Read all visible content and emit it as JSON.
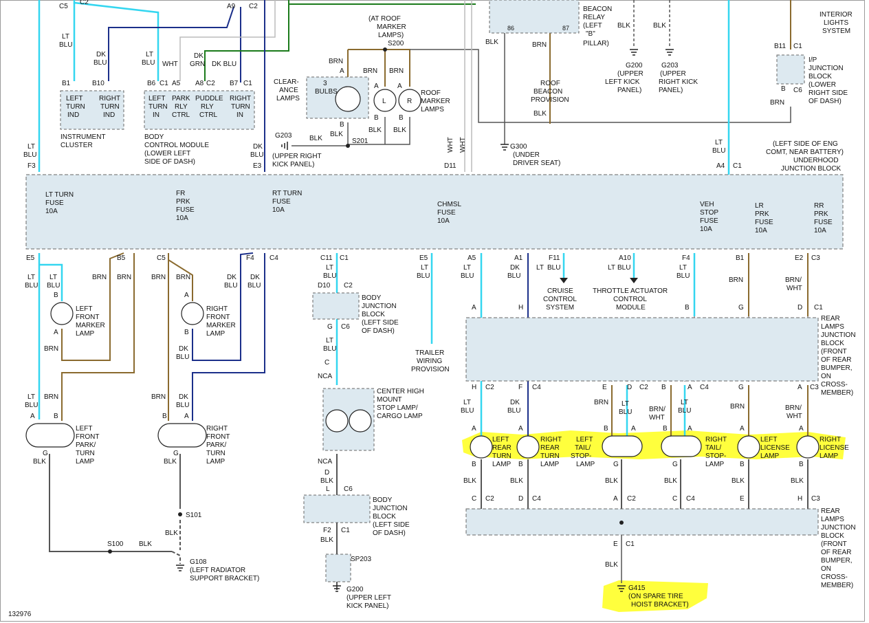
{
  "figure_id": "132976",
  "colors": {
    "lt_blu": "#33d6f0",
    "dk_blu": "#1b2f8a",
    "brn": "#8a6a2e",
    "blk": "#555555",
    "wht": "#bbbbbb",
    "dk_grn": "#1a7a1a",
    "highlight": "#ffff33",
    "junction_fill": "#dde9f0"
  },
  "top": {
    "c5": "C5",
    "c2a": "C2",
    "a9": "A9",
    "c2b": "C2",
    "s200_note": [
      "(AT ROOF",
      "MARKER",
      "LAMPS)"
    ],
    "s200": "S200",
    "beacon_relay": [
      "BEACON",
      "RELAY",
      "(LEFT",
      "\"B\"",
      "PILLAR)"
    ],
    "relay_86": "86",
    "relay_87": "87",
    "interior_lights": [
      "INTERIOR",
      "LIGHTS",
      "SYSTEM"
    ],
    "blk_a": "BLK",
    "blk_b": "BLK"
  },
  "wires": {
    "lt_blu": [
      "LT",
      "BLU"
    ],
    "dk_blu": [
      "DK",
      "BLU"
    ],
    "wht": "WHT",
    "dk_grn": [
      "DK",
      "GRN"
    ],
    "dk_blu_line": "DK BLU",
    "brn": "BRN",
    "blk": "BLK",
    "brn_wht": [
      "BRN/",
      "WHT"
    ]
  },
  "cluster": {
    "pins": [
      "B1",
      "B10"
    ],
    "left": [
      "LEFT",
      "TURN",
      "IND"
    ],
    "right": [
      "RIGHT",
      "TURN",
      "IND"
    ],
    "name": [
      "INSTRUMENT",
      "CLUSTER"
    ]
  },
  "bcm": {
    "pins": [
      "B6",
      "C1",
      "A5",
      "A8",
      "C2",
      "B7",
      "C1"
    ],
    "c1": [
      "LEFT",
      "TURN",
      "IN"
    ],
    "c2": [
      "PARK",
      "RLY",
      "CTRL"
    ],
    "c3": [
      "PUDDLE",
      "RLY",
      "CTRL"
    ],
    "c4": [
      "RIGHT",
      "TURN",
      "IN"
    ],
    "name": [
      "BODY",
      "CONTROL MODULE",
      "(LOWER LEFT",
      "SIDE OF DASH)"
    ]
  },
  "clearance": {
    "label": [
      "CLEAR-",
      "ANCE",
      "LAMPS"
    ],
    "bulbs": [
      "3",
      "BULBS"
    ],
    "pin_a": "A",
    "pin_b": "B"
  },
  "roof_marker": {
    "label": [
      "ROOF",
      "MARKER",
      "LAMPS"
    ],
    "l": "L",
    "r": "R",
    "a": "A",
    "b": "B"
  },
  "s201": "S201",
  "g203_left": {
    "id": "G203",
    "desc": [
      "(UPPER RIGHT",
      "KICK PANEL)"
    ]
  },
  "roof_beacon": [
    "ROOF",
    "BEACON",
    "PROVISION"
  ],
  "g300": {
    "id": "G300",
    "desc": [
      "(UNDER",
      "DRIVER SEAT)"
    ]
  },
  "g200_top": {
    "id": "G200",
    "desc": [
      "(UPPER",
      "LEFT KICK",
      "PANEL)"
    ]
  },
  "g203_top": {
    "id": "G203",
    "desc": [
      "(UPPER",
      "RIGHT KICK",
      "PANEL)"
    ]
  },
  "ip_junction": {
    "b11": "B11",
    "c1": "C1",
    "b": "B",
    "c6": "C6",
    "name": [
      "I/P",
      "JUNCTION",
      "BLOCK",
      "(LOWER",
      "RIGHT SIDE",
      "OF DASH)"
    ]
  },
  "underhood": {
    "name": [
      "(LEFT SIDE OF ENG",
      "COMT, NEAR BATTERY)",
      "UNDERHOOD",
      "JUNCTION BLOCK"
    ],
    "f3": "F3",
    "e3": "E3",
    "d11": "D11",
    "a4": "A4",
    "c1": "C1",
    "fuses": {
      "lt_turn": [
        "LT TURN",
        "FUSE",
        "10A"
      ],
      "fr_prk": [
        "FR",
        "PRK",
        "FUSE",
        "10A"
      ],
      "rt_turn": [
        "RT TURN",
        "FUSE",
        "10A"
      ],
      "chmsl": [
        "CHMSL",
        "FUSE",
        "10A"
      ],
      "veh_stop": [
        "VEH",
        "STOP",
        "FUSE",
        "10A"
      ],
      "lr_prk": [
        "LR",
        "PRK",
        "FUSE",
        "10A"
      ],
      "rr_prk": [
        "RR",
        "PRK",
        "FUSE",
        "10A"
      ]
    },
    "bottom_pins": {
      "e5": "E5",
      "b5": "B5",
      "c5": "C5",
      "f4": "F4",
      "c4": "C4",
      "c11": "C11",
      "c1": "C1",
      "e5b": "E5",
      "a5": "A5",
      "a1": "A1",
      "f11": "F11",
      "a10": "A10",
      "f4b": "F4",
      "b1": "B1",
      "e2": "E2",
      "c3": "C3"
    }
  },
  "left_front_marker": {
    "b": "B",
    "a": "A",
    "name": [
      "LEFT",
      "FRONT",
      "MARKER",
      "LAMP"
    ]
  },
  "right_front_marker": {
    "a": "A",
    "b": "B",
    "name": [
      "RIGHT",
      "FRONT",
      "MARKER",
      "LAMP"
    ]
  },
  "left_front_park": {
    "a": "A",
    "b": "B",
    "g": "G",
    "name": [
      "LEFT",
      "FRONT",
      "PARK/",
      "TURN",
      "LAMP"
    ]
  },
  "right_front_park": {
    "b": "B",
    "a": "A",
    "g": "G",
    "name": [
      "RIGHT",
      "FRONT",
      "PARK/",
      "TURN",
      "LAMP"
    ]
  },
  "s101": "S101",
  "s100": "S100",
  "g108": {
    "id": "G108",
    "desc": [
      "(LEFT RADIATOR",
      "SUPPORT BRACKET)"
    ]
  },
  "body_jb1": {
    "d10": "D10",
    "c2": "C2",
    "g": "G",
    "c6": "C6",
    "name": [
      "BODY",
      "JUNCTION",
      "BLOCK",
      "(LEFT SIDE",
      "OF DASH)"
    ]
  },
  "chmsl": {
    "c": "C",
    "nca": "NCA",
    "nca2": "NCA",
    "d": "D",
    "name": [
      "CENTER HIGH",
      "MOUNT",
      "STOP LAMP/",
      "CARGO LAMP"
    ]
  },
  "body_jb2": {
    "l": "L",
    "c6": "C6",
    "f2": "F2",
    "c1": "C1",
    "name": [
      "BODY",
      "JUNCTION",
      "BLOCK",
      "(LEFT SIDE",
      "OF DASH)"
    ]
  },
  "sp203": "SP203",
  "g200_bottom": {
    "id": "G200",
    "desc": [
      "(UPPER LEFT",
      "KICK PANEL)"
    ]
  },
  "trailer": [
    "TRAILER",
    "WIRING",
    "PROVISION"
  ],
  "cruise": [
    "CRUISE",
    "CONTROL",
    "SYSTEM"
  ],
  "throttle": [
    "THROTTLE ACTUATOR",
    "CONTROL",
    "MODULE"
  ],
  "rear_jb_top": {
    "pins_top": [
      "A",
      "H",
      "B",
      "G",
      "D",
      "C1"
    ],
    "pins_bottom": [
      "H",
      "C2",
      "F",
      "C4",
      "E",
      "D",
      "C2",
      "B",
      "A",
      "C4",
      "G",
      "A",
      "C3"
    ],
    "name": [
      "REAR",
      "LAMPS",
      "JUNCTION",
      "BLOCK",
      "(FRONT",
      "OF REAR",
      "BUMPER,",
      "ON",
      "CROSS-",
      "MEMBER)"
    ]
  },
  "rear_lamps": {
    "left_rear_turn": [
      "LEFT",
      "REAR",
      "TURN",
      "LAMP"
    ],
    "right_rear_turn": [
      "RIGHT",
      "REAR",
      "TURN",
      "LAMP"
    ],
    "left_tail": [
      "LEFT",
      "TAIL/",
      "STOP-",
      "LAMP"
    ],
    "right_tail": [
      "RIGHT",
      "TAIL/",
      "STOP-",
      "LAMP"
    ],
    "left_license": [
      "LEFT",
      "LICENSE",
      "LAMP"
    ],
    "right_license": [
      "RIGHT",
      "LICENSE",
      "LAMP"
    ],
    "pin_a": "A",
    "pin_b": "B",
    "pin_g": "G"
  },
  "rear_jb_bottom": {
    "pins": [
      "C",
      "C2",
      "D",
      "C4",
      "A",
      "C2",
      "C",
      "C4",
      "E",
      "H",
      "C3"
    ],
    "e": "E",
    "c1": "C1",
    "name": [
      "REAR",
      "LAMPS",
      "JUNCTION",
      "BLOCK",
      "(FRONT",
      "OF REAR",
      "BUMPER,",
      "ON",
      "CROSS-",
      "MEMBER)"
    ]
  },
  "g415": {
    "id": "G415",
    "desc": [
      "(ON SPARE TIRE",
      "HOIST BRACKET)"
    ]
  }
}
